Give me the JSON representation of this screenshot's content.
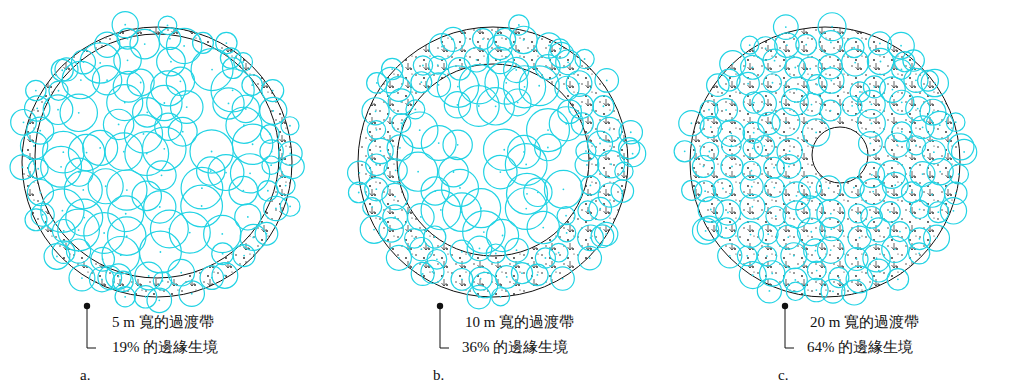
{
  "diagram": {
    "labels": [
      "5 m 寬的過渡帶",
      "19% 的邊緣生境",
      "a.",
      "10 m 寬的過渡帶",
      "36% 的邊緣生境",
      "b.",
      "20 m 寬的過渡帶",
      "64% 的邊緣生境",
      "c."
    ]
  }
}
